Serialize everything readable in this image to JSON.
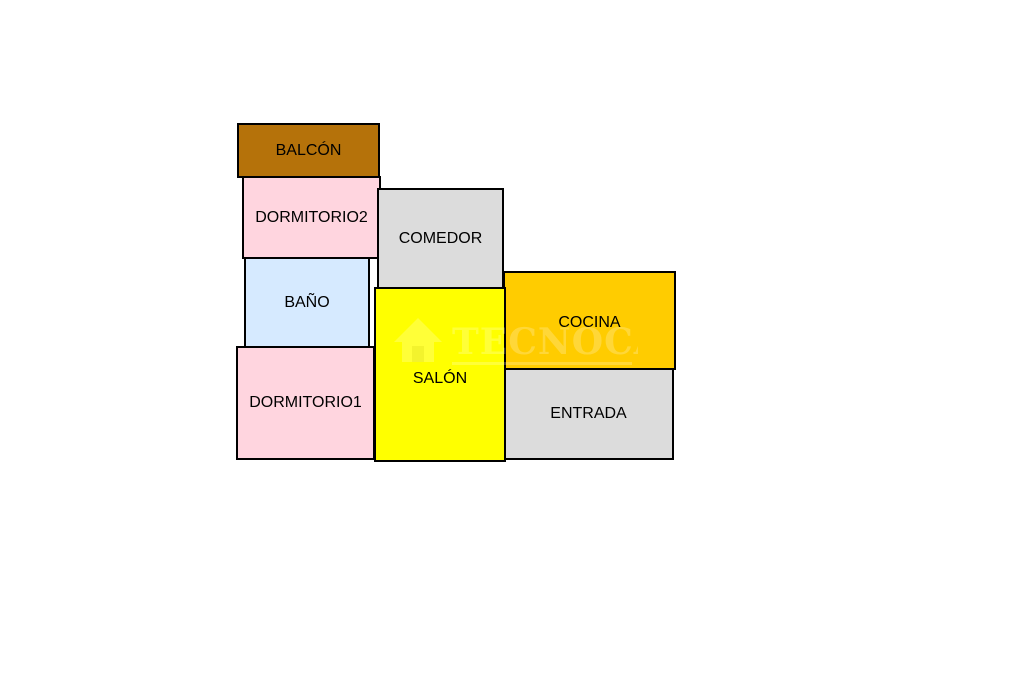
{
  "floor_plan": {
    "rooms": [
      {
        "id": "balcon",
        "label": "BALCÓN",
        "color": "#b5720a"
      },
      {
        "id": "dorm2",
        "label": "DORMITORIO2",
        "color": "#ffd5df"
      },
      {
        "id": "bano",
        "label": "BAÑO",
        "color": "#d6eaff"
      },
      {
        "id": "dorm1",
        "label": "DORMITORIO1",
        "color": "#ffd5df"
      },
      {
        "id": "comedor",
        "label": "COMEDOR",
        "color": "#dcdcdc"
      },
      {
        "id": "salon",
        "label": "SALÓN",
        "color": "#ffff00"
      },
      {
        "id": "cocina",
        "label": "COCINA",
        "color": "#ffcc00"
      },
      {
        "id": "entrada",
        "label": "ENTRADA",
        "color": "#dcdcdc"
      }
    ],
    "watermark": {
      "text": "TECNOCASA",
      "icon": "house-logo-icon"
    }
  }
}
